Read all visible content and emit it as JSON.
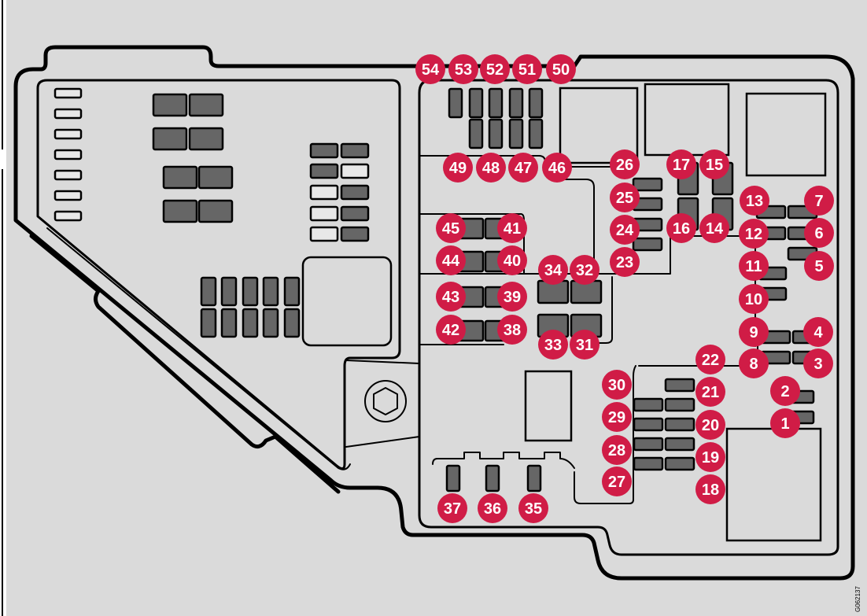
{
  "diagram": {
    "title": "Fuse box layout",
    "image_code": "G062137",
    "colors": {
      "background": "#dadada",
      "badge": "#d01c46",
      "badge_text": "#ffffff",
      "fuse_fill": "#666666",
      "outline": "#000000"
    },
    "fuse_labels": [
      {
        "id": "1",
        "label": "1"
      },
      {
        "id": "2",
        "label": "2"
      },
      {
        "id": "3",
        "label": "3"
      },
      {
        "id": "4",
        "label": "4"
      },
      {
        "id": "5",
        "label": "5"
      },
      {
        "id": "6",
        "label": "6"
      },
      {
        "id": "7",
        "label": "7"
      },
      {
        "id": "8",
        "label": "8"
      },
      {
        "id": "9",
        "label": "9"
      },
      {
        "id": "10",
        "label": "10"
      },
      {
        "id": "11",
        "label": "11"
      },
      {
        "id": "12",
        "label": "12"
      },
      {
        "id": "13",
        "label": "13"
      },
      {
        "id": "14",
        "label": "14"
      },
      {
        "id": "15",
        "label": "15"
      },
      {
        "id": "16",
        "label": "16"
      },
      {
        "id": "17",
        "label": "17"
      },
      {
        "id": "18",
        "label": "18"
      },
      {
        "id": "19",
        "label": "19"
      },
      {
        "id": "20",
        "label": "20"
      },
      {
        "id": "21",
        "label": "21"
      },
      {
        "id": "22",
        "label": "22"
      },
      {
        "id": "23",
        "label": "23"
      },
      {
        "id": "24",
        "label": "24"
      },
      {
        "id": "25",
        "label": "25"
      },
      {
        "id": "26",
        "label": "26"
      },
      {
        "id": "27",
        "label": "27"
      },
      {
        "id": "28",
        "label": "28"
      },
      {
        "id": "29",
        "label": "29"
      },
      {
        "id": "30",
        "label": "30"
      },
      {
        "id": "31",
        "label": "31"
      },
      {
        "id": "32",
        "label": "32"
      },
      {
        "id": "33",
        "label": "33"
      },
      {
        "id": "34",
        "label": "34"
      },
      {
        "id": "35",
        "label": "35"
      },
      {
        "id": "36",
        "label": "36"
      },
      {
        "id": "37",
        "label": "37"
      },
      {
        "id": "38",
        "label": "38"
      },
      {
        "id": "39",
        "label": "39"
      },
      {
        "id": "40",
        "label": "40"
      },
      {
        "id": "41",
        "label": "41"
      },
      {
        "id": "42",
        "label": "42"
      },
      {
        "id": "43",
        "label": "43"
      },
      {
        "id": "44",
        "label": "44"
      },
      {
        "id": "45",
        "label": "45"
      },
      {
        "id": "46",
        "label": "46"
      },
      {
        "id": "47",
        "label": "47"
      },
      {
        "id": "48",
        "label": "48"
      },
      {
        "id": "49",
        "label": "49"
      },
      {
        "id": "50",
        "label": "50"
      },
      {
        "id": "51",
        "label": "51"
      },
      {
        "id": "52",
        "label": "52"
      },
      {
        "id": "53",
        "label": "53"
      },
      {
        "id": "54",
        "label": "54"
      }
    ]
  }
}
